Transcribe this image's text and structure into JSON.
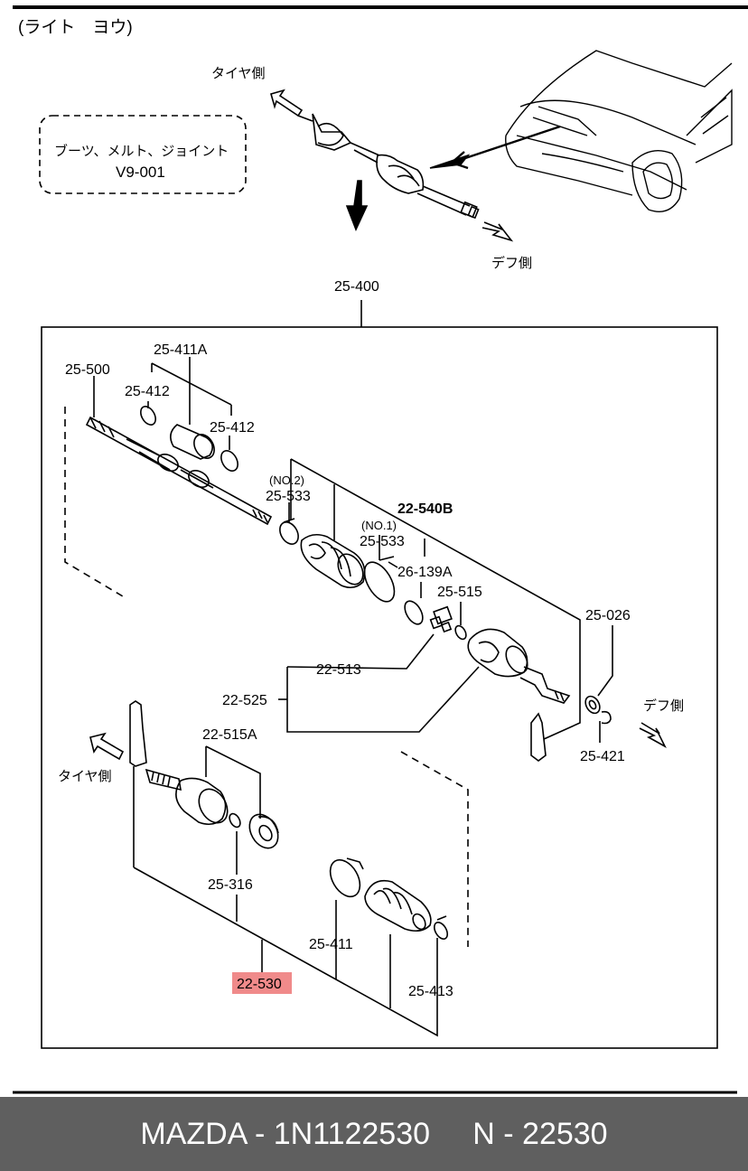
{
  "header": {
    "side_label": "(ライト　ヨウ)"
  },
  "note_box": {
    "line1": "ブーツ、メルト、ジョイント",
    "line2": "V9-001"
  },
  "directions": {
    "tire_side": "タイヤ側",
    "diff_side": "デフ側"
  },
  "assembly": {
    "code": "25-400"
  },
  "parts": {
    "p25_411A": "25-411A",
    "p25_500": "25-500",
    "p25_412_left": "25-412",
    "p25_412_right": "25-412",
    "no2": "(NO.2)",
    "p25_533_no2": "25-533",
    "p22_540B": "22-540B",
    "no1": "(NO.1)",
    "p25_533_no1": "25-533",
    "p26_139A": "26-139A",
    "p25_515": "25-515",
    "p25_026": "25-026",
    "p22_513": "22-513",
    "p22_525": "22-525",
    "p25_421": "25-421",
    "p22_515A": "22-515A",
    "p25_316": "25-316",
    "p25_411": "25-411",
    "p22_530": "22-530",
    "p25_413": "25-413"
  },
  "highlight": {
    "part": "22-530",
    "color": "#f08a8a"
  },
  "footer": {
    "text": "MAZDA - 1N1122530     N - 22530"
  }
}
